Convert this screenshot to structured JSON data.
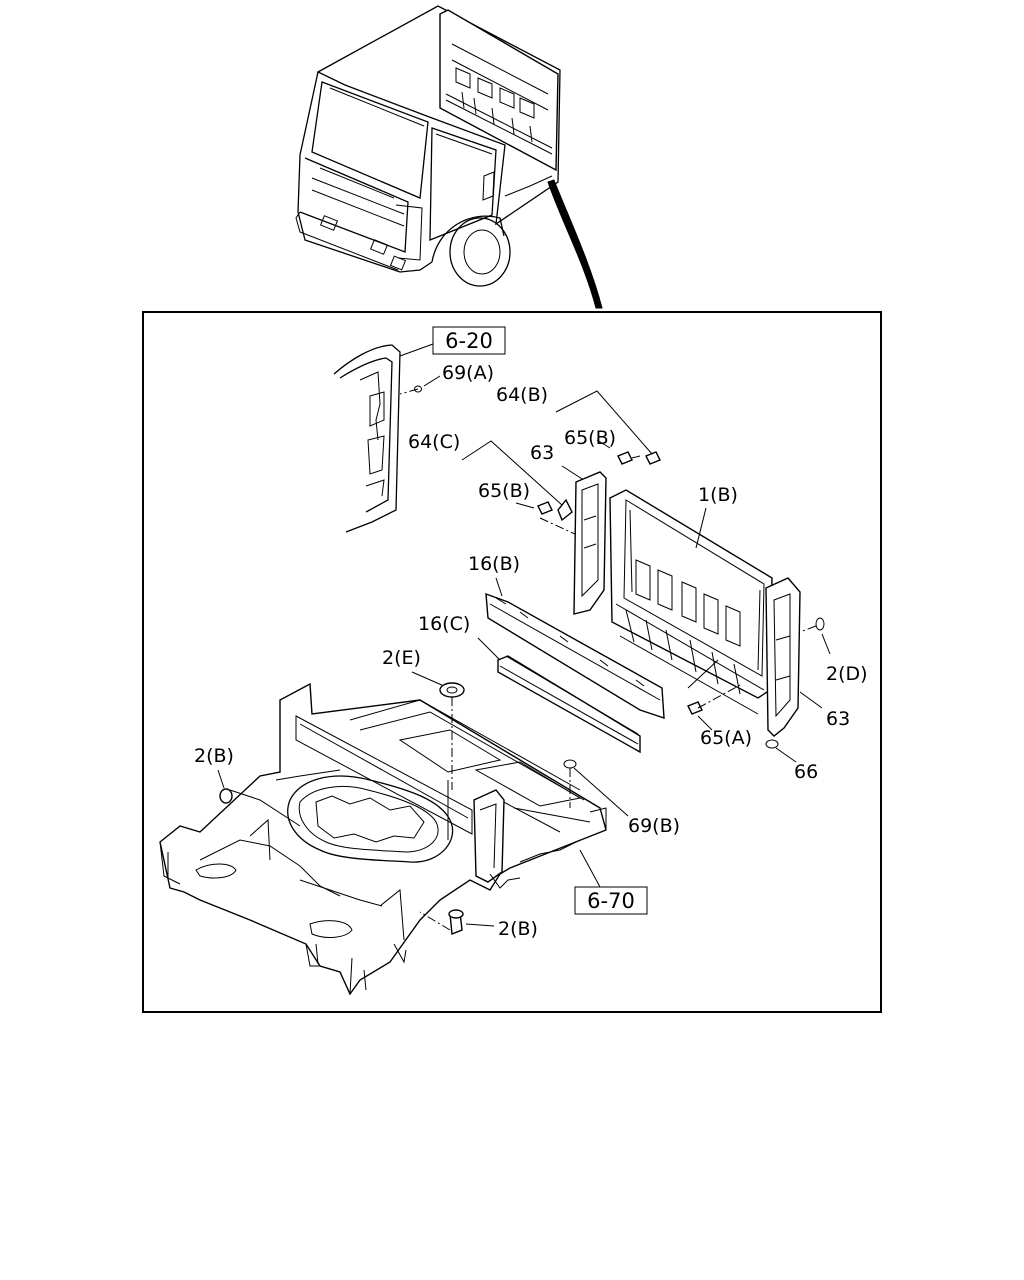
{
  "refs": {
    "r620": "6-20",
    "r670": "6-70"
  },
  "labels": {
    "l69a": "69(A)",
    "l64b": "64(B)",
    "l65b_upper": "65(B)",
    "l64c": "64(C)",
    "l63_upper": "63",
    "l65b_lower": "65(B)",
    "l1b": "1(B)",
    "l16b": "16(B)",
    "l16c": "16(C)",
    "l2e": "2(E)",
    "l2d": "2(D)",
    "l63_lower": "63",
    "l65a": "65(A)",
    "l66": "66",
    "l2b_left": "2(B)",
    "l69b": "69(B)",
    "l2b_bottom": "2(B)"
  }
}
